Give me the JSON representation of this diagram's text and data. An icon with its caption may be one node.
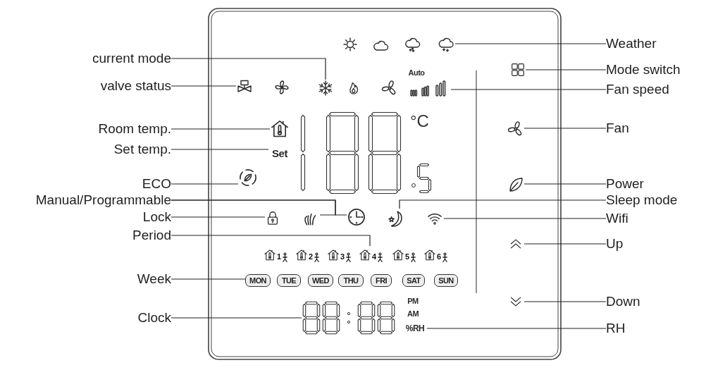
{
  "diagram": {
    "nodes": [
      {
        "text": [
          "current mode"
        ]
      },
      {
        "text": [
          "valve status"
        ]
      },
      {
        "text": [
          "Room temp."
        ]
      },
      {
        "text": [
          "Set temp."
        ]
      },
      {
        "text": [
          "ECO"
        ]
      },
      {
        "text": [
          "Manual/Programmable"
        ]
      },
      {
        "text": [
          "Lock"
        ]
      },
      {
        "text": [
          "Period"
        ]
      },
      {
        "text": [
          "Week"
        ]
      },
      {
        "text": [
          "Clock"
        ]
      },
      {
        "text": [
          "Weather"
        ]
      },
      {
        "text": [
          "Mode switch"
        ]
      },
      {
        "text": [
          "Fan speed"
        ]
      },
      {
        "text": [
          "Fan"
        ]
      },
      {
        "text": [
          "Power"
        ]
      },
      {
        "text": [
          "Sleep mode"
        ]
      },
      {
        "text": [
          "Wifi"
        ]
      },
      {
        "text": [
          "Up"
        ]
      },
      {
        "text": [
          "Down"
        ]
      },
      {
        "text": [
          "RH"
        ]
      },
      {
        "text": [],
        "shape": "snowflake"
      },
      {
        "text": [],
        "shape": "valve"
      },
      {
        "text": [],
        "shape": "house"
      },
      {
        "text": [
          "Set"
        ]
      },
      {
        "text": [],
        "shape": "recycle"
      },
      {
        "text": [],
        "shape": "hand"
      },
      {
        "text": [],
        "shape": "clock"
      },
      {
        "text": [],
        "shape": "lock"
      },
      {
        "text": [
          "4"
        ]
      },
      {
        "text": [
          "MON"
        ]
      },
      {
        "text": [],
        "shape": "display"
      },
      {
        "text": [],
        "shape": "cloud"
      },
      {
        "text": [],
        "shape": "grid"
      },
      {
        "text": [],
        "shape": "bars",
        "beside": [
          "Auto"
        ]
      },
      {
        "text": [],
        "shape": "fan"
      },
      {
        "text": [],
        "shape": "leaf"
      },
      {
        "text": [],
        "shape": "moon"
      },
      {
        "text": [],
        "shape": "wifi"
      },
      {
        "text": [],
        "shape": "chevron"
      },
      {
        "text": [],
        "shape": "chevron"
      },
      {
        "text": [
          "%RH"
        ]
      },
      {
        "text": [
          "1"
        ]
      },
      {
        "text": [
          "2"
        ]
      },
      {
        "text": [
          "3"
        ]
      },
      {
        "text": [
          "5"
        ]
      },
      {
        "text": [
          "6"
        ]
      },
      {
        "text": [
          "TUE"
        ]
      },
      {
        "text": [
          "WED"
        ]
      },
      {
        "text": [
          "THU"
        ]
      },
      {
        "text": [
          "FRI"
        ]
      },
      {
        "text": [
          "SAT"
        ]
      },
      {
        "text": [
          "SUN"
        ]
      }
    ],
    "edges": [
      {
        "from": 0,
        "to": 20,
        "arrow": "none"
      },
      {
        "from": 1,
        "to": 21,
        "arrow": "none"
      },
      {
        "from": 2,
        "to": 22,
        "arrow": "none"
      },
      {
        "from": 3,
        "to": 23,
        "arrow": "none"
      },
      {
        "from": 4,
        "to": 24,
        "arrow": "none"
      },
      {
        "from": 5,
        "to": 25,
        "arrow": "none"
      },
      {
        "from": 5,
        "to": 26,
        "arrow": "none"
      },
      {
        "from": 6,
        "to": 27,
        "arrow": "none"
      },
      {
        "from": 7,
        "to": 28,
        "arrow": "none"
      },
      {
        "from": 8,
        "to": 29,
        "arrow": "none"
      },
      {
        "from": 9,
        "to": 30,
        "arrow": "none"
      },
      {
        "from": 10,
        "to": 31,
        "arrow": "none"
      },
      {
        "from": 11,
        "to": 32,
        "arrow": "none"
      },
      {
        "from": 12,
        "to": 33,
        "arrow": "none"
      },
      {
        "from": 13,
        "to": 34,
        "arrow": "none"
      },
      {
        "from": 14,
        "to": 35,
        "arrow": "none"
      },
      {
        "from": 15,
        "to": 36,
        "arrow": "none"
      },
      {
        "from": 16,
        "to": 37,
        "arrow": "none"
      },
      {
        "from": 17,
        "to": 38,
        "arrow": "none"
      },
      {
        "from": 18,
        "to": 39,
        "arrow": "none"
      },
      {
        "from": 19,
        "to": 40,
        "arrow": "none"
      }
    ],
    "labels": [
      "°C",
      "PM",
      "AM"
    ]
  }
}
